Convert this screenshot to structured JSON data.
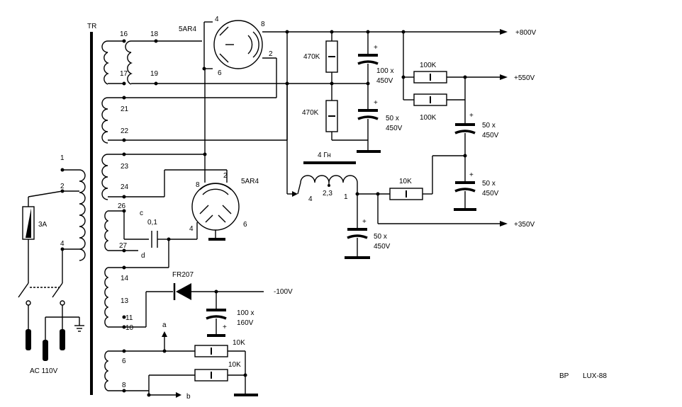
{
  "transformer": {
    "name": "TR",
    "pins": [
      "1",
      "2",
      "4",
      "16",
      "17",
      "18",
      "19",
      "21",
      "22",
      "23",
      "24",
      "26",
      "27",
      "14",
      "13",
      "11",
      "10",
      "6",
      "8"
    ]
  },
  "fuse": "3A",
  "mains": "AC 110V",
  "tube_upper": {
    "name": "5AR4",
    "pins": [
      "4",
      "8",
      "2",
      "6"
    ]
  },
  "tube_lower": {
    "name": "5AR4",
    "pins": [
      "8",
      "2",
      "4",
      "6"
    ]
  },
  "outputs": {
    "v800": "+800V",
    "v550": "+550V",
    "v350": "+350V",
    "vneg": "-100V"
  },
  "resistors": {
    "r470_a": "470K",
    "r470_b": "470K",
    "r100_a": "100K",
    "r100_b": "100K",
    "r10_choke": "10K",
    "r10_a": "10K",
    "r10_b": "10K"
  },
  "capacitors": {
    "c1_l1": "100 x",
    "c1_l2": "450V",
    "c2_l1": "50 x",
    "c2_l2": "450V",
    "c3_l1": "50 x",
    "c3_l2": "450V",
    "c4_l1": "50 x",
    "c4_l2": "450V",
    "c5_l1": "50 x",
    "c5_l2": "450V",
    "c6_l1": "100 x",
    "c6_l2": "160V",
    "c_small": "0,1"
  },
  "choke": {
    "label": "4 Гн",
    "pin_left": "4",
    "pin_mid": "2,3",
    "pin_right": "1"
  },
  "diode": "FR207",
  "points": {
    "a": "a",
    "b": "b",
    "c": "c",
    "d": "d"
  },
  "footer": {
    "author": "BP",
    "model": "LUX-88"
  }
}
